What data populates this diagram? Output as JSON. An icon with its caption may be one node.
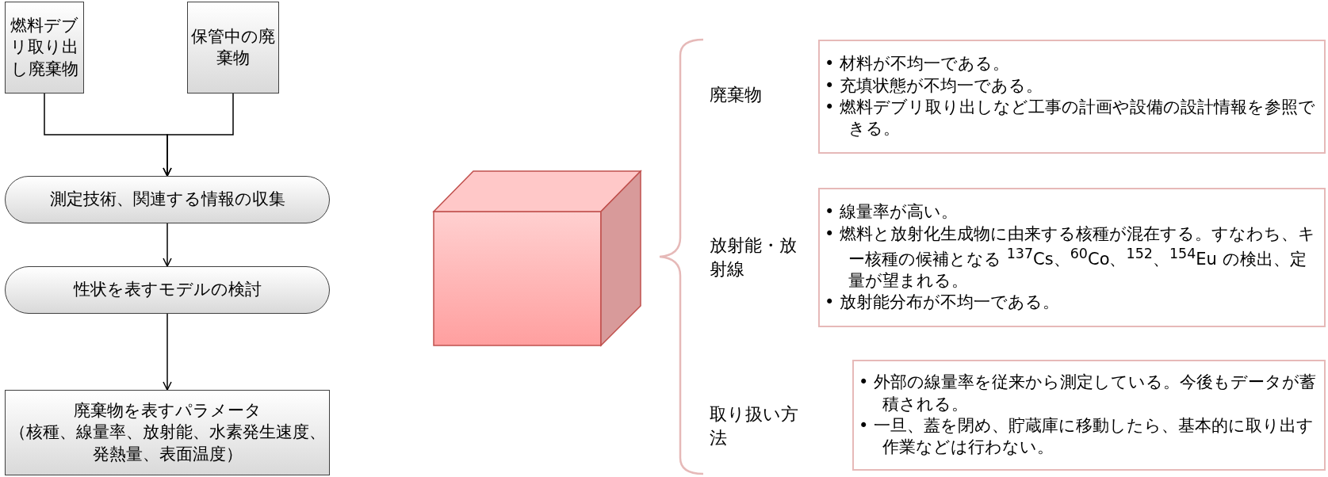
{
  "diagram": {
    "nodes": [
      {
        "text": [
          "燃料デブリ取り出し廃棄物"
        ]
      },
      {
        "text": [
          "保管中の廃棄物"
        ]
      },
      {
        "text": [
          "測定技術、関連する情報の収集"
        ]
      },
      {
        "text": [
          "性状を表すモデルの検討"
        ]
      },
      {
        "text": [
          "廃棄物を表すパラメータ",
          "（核種、線量率、放射能、水素発生速度、発熱量、表面温度）"
        ]
      },
      {
        "text": [],
        "shape": "cube"
      },
      {
        "text": [
          "• 材料が不均一である。",
          "• 充填状態が不均一である。",
          "• 燃料デブリ取り出しなど工事の計画や設備の設計情報を参照できる。"
        ],
        "beside": [
          "廃棄物"
        ]
      },
      {
        "text": [
          "• 線量率が高い。",
          "• 燃料と放射化生成物に由来する核種が混在する。すなわち、キー核種の候補となる $^{137}$Cs、$^{60}$Co、$^{152}$、$^{154}$Eu の検出、定量が望まれる。",
          "• 放射能分布が不均一である。"
        ],
        "beside": [
          "放射能・放射線"
        ]
      },
      {
        "text": [
          "• 外部の線量率を従来から測定している。今後もデータが蓄積される。",
          "• 一旦、蓋を閉め、貯蔵庫に移動したら、基本的に取り出す作業などは行わない。"
        ],
        "beside": [
          "取り扱い方法"
        ]
      }
    ],
    "edges": [
      {
        "from": 0,
        "to": 2,
        "arrow": "to"
      },
      {
        "from": 1,
        "to": 2,
        "arrow": "to"
      },
      {
        "from": 2,
        "to": 3,
        "arrow": "to"
      },
      {
        "from": 3,
        "to": 4,
        "arrow": "to"
      }
    ]
  }
}
